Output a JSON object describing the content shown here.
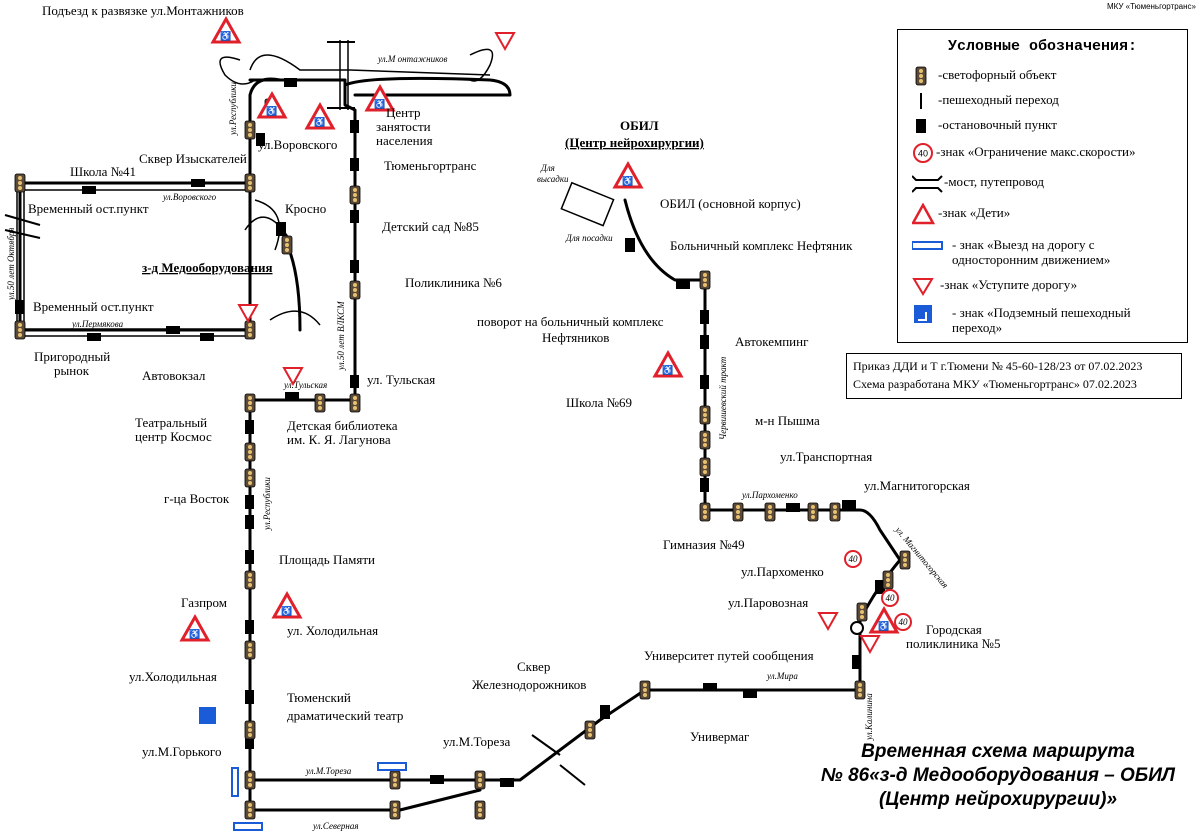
{
  "header": {
    "org": "МКУ «Тюменьгортранс»"
  },
  "legend": {
    "title": "Условные обозначения:",
    "items": [
      {
        "icon": "traffic-light-icon",
        "text": "-светофорный объект"
      },
      {
        "icon": "pedestrian-crossing-icon",
        "text": "-пешеходный переход"
      },
      {
        "icon": "bus-stop-icon",
        "text": "-остановочный пункт"
      },
      {
        "icon": "speed-limit-sign-icon",
        "sign_value": "40",
        "text": "-знак «Ограничение макс.скорости»"
      },
      {
        "icon": "bridge-icon",
        "text": "-мост, путепровод"
      },
      {
        "icon": "children-sign-icon",
        "text": "-знак «Дети»"
      },
      {
        "icon": "one-way-exit-sign-icon",
        "text": "- знак «Выезд на дорогу с односторонним движением»"
      },
      {
        "icon": "give-way-sign-icon",
        "text": "-знак «Уступите дорогу»"
      },
      {
        "icon": "underground-crossing-sign-icon",
        "text": "- знак «Подземный пешеходный переход»"
      }
    ]
  },
  "order": {
    "line1": "Приказ ДДИ и Т г.Тюмени № 45-60-128/23 от 07.02.2023",
    "line2": "Схема разработана МКУ «Тюменьгортранс» 07.02.2023"
  },
  "scheme_title": {
    "line1": "Временная схема маршрута",
    "line2": "№ 86«з-д Медооборудования – ОБИЛ",
    "line3": "(Центр нейрохирургии)»"
  },
  "colors": {
    "route": "#000000",
    "sign_red": "#e0202a",
    "sign_blue": "#1a5bd8",
    "traffic_light": "#5a4a3a"
  },
  "map": {
    "stops": {
      "montazhnikov": "Подъезд к развязке ул.Монтажников",
      "vorovskogo": "ул.Воровского",
      "centr_zan_1": "Центр",
      "centr_zan_2": "занятости",
      "centr_zan_3": "населения",
      "tyumengortrans": "Тюменьгортранс",
      "school41": "Школа №41",
      "skver_izysk": "Сквер Изыскателей",
      "vrem1": "Временный ост.пункт",
      "krosno": "Кросно",
      "ds85": "Детский сад №85",
      "medoborud": "з-д Медооборудования",
      "poliklinika6": "Поликлиника №6",
      "vrem2": "Временный ост.пункт",
      "prig_1": "Пригородный",
      "prig_2": "рынок",
      "avtovokzal": "Автовокзал",
      "tulskaya": "ул. Тульская",
      "teatr_1": "Театральный",
      "teatr_2": "центр Космос",
      "lib_1": "Детская библиотека",
      "lib_2": "им. К. Я. Лагунова",
      "vostok": "г-ца Восток",
      "pamyati": "Площадь Памяти",
      "gazprom": "Газпром",
      "holod": "ул. Холодильная",
      "holod2": "ул.Холодильная",
      "dramteatr_1": "Тюменский",
      "dramteatr_2": "драматический театр",
      "gorkogo": "ул.М.Горького",
      "toreza": "ул.М.Тореза",
      "skver_zhd_1": "Сквер",
      "skver_zhd_2": "Железнодорожников",
      "univermag": "Универмаг",
      "univ_put": "Университет путей сообщения",
      "paravoz": "ул.Паровозная",
      "gorpol_1": "Городская",
      "gorpol_2": "поликлиника №5",
      "magnitogorsk": "ул.Магнитогорская",
      "transport": "ул.Транспортная",
      "parkhomenko": "ул.Пархоменко",
      "gimn49": "Гимназия №49",
      "pyshma": "м-н Пышма",
      "school69": "Школа №69",
      "avtokemping": "Автокемпинг",
      "povorot_1": "поворот на больничный комплекс",
      "povorot_2": "Нефтяников",
      "bolnichny": "Больничный комплекс Нефтяник",
      "obil_korpus": "ОБИЛ (основной корпус)",
      "obil_1": "ОБИЛ",
      "obil_2": "(Центр нейрохирургии)",
      "dlya_vysadki_1": "Для",
      "dlya_vysadki_2": "высадки",
      "dlya_posadki": "Для посадки"
    },
    "streets": {
      "respubliki_top": "ул.Республики",
      "montazhnikov": "ул.М онтажников",
      "vorovskogo": "ул.Воровского",
      "oktyabrya": "ул.50 лет Октября",
      "permyakova": "ул.Пермякова",
      "tulskaya": "ул.Тульская",
      "vlksm": "ул.50 лет ВЛКСМ",
      "respubliki": "ул.Республики",
      "toreza": "ул.М.Тореза",
      "severnaya": "ул.Северная",
      "mira": "ул.Мира",
      "kalinina": "ул.Калинина",
      "magnitogorskaya": "ул. Магнитогорская",
      "parkhomenko": "ул.Пархоменко",
      "chervishevsky": "Червишевский тракт"
    },
    "speed_values": [
      "40",
      "40",
      "40"
    ]
  }
}
